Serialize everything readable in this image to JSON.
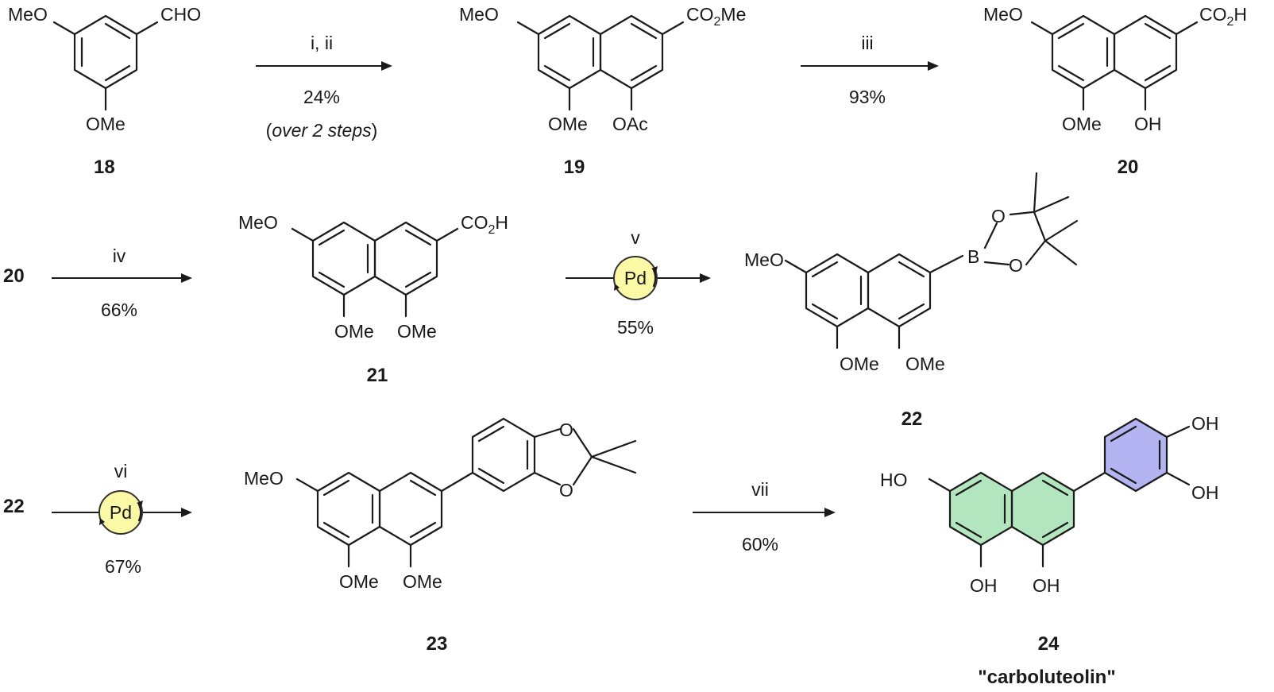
{
  "colors": {
    "pd_fill": "#fbf8a6",
    "pd_stroke": "#333333",
    "ring_a": "#b3e6bf",
    "ring_b": "#b4b4f2"
  },
  "compounds": {
    "c18": {
      "number": "18",
      "g_meo": "MeO",
      "g_cho": "CHO",
      "g_ome": "OMe"
    },
    "c19": {
      "number": "19",
      "g_meo": "MeO",
      "g_ester": "CO2Me",
      "g_ome": "OMe",
      "g_oac": "OAc"
    },
    "c20": {
      "number": "20",
      "g_meo": "MeO",
      "g_acid": "CO2H",
      "g_ome": "OMe",
      "g_oh": "OH"
    },
    "c21": {
      "number": "21",
      "g_meo": "MeO",
      "g_acid": "CO2H",
      "g_ome1": "OMe",
      "g_ome2": "OMe"
    },
    "c22": {
      "number": "22",
      "g_meo": "MeO",
      "g_b": "B",
      "g_o1": "O",
      "g_o2": "O",
      "g_ome1": "OMe",
      "g_ome2": "OMe"
    },
    "c23": {
      "number": "23",
      "g_meo": "MeO",
      "g_o1": "O",
      "g_o2": "O",
      "g_ome1": "OMe",
      "g_ome2": "OMe"
    },
    "c24": {
      "number": "24",
      "name": "\"carboluteolin\"",
      "g_ho": "HO",
      "g_oh_top": "OH",
      "g_oh_mid": "OH",
      "g_oh_b1": "OH",
      "g_oh_b2": "OH"
    }
  },
  "row_starts": {
    "r2": "20",
    "r3": "22"
  },
  "steps": {
    "s1": {
      "reagents": "i, ii",
      "yield": "24%",
      "note": "over 2 steps"
    },
    "s2": {
      "reagents": "iii",
      "yield": "93%"
    },
    "s3": {
      "reagents": "iv",
      "yield": "66%"
    },
    "s4": {
      "reagents": "v",
      "catalyst": "Pd",
      "yield": "55%"
    },
    "s5": {
      "reagents": "vi",
      "catalyst": "Pd",
      "yield": "67%"
    },
    "s6": {
      "reagents": "vii",
      "yield": "60%"
    }
  }
}
